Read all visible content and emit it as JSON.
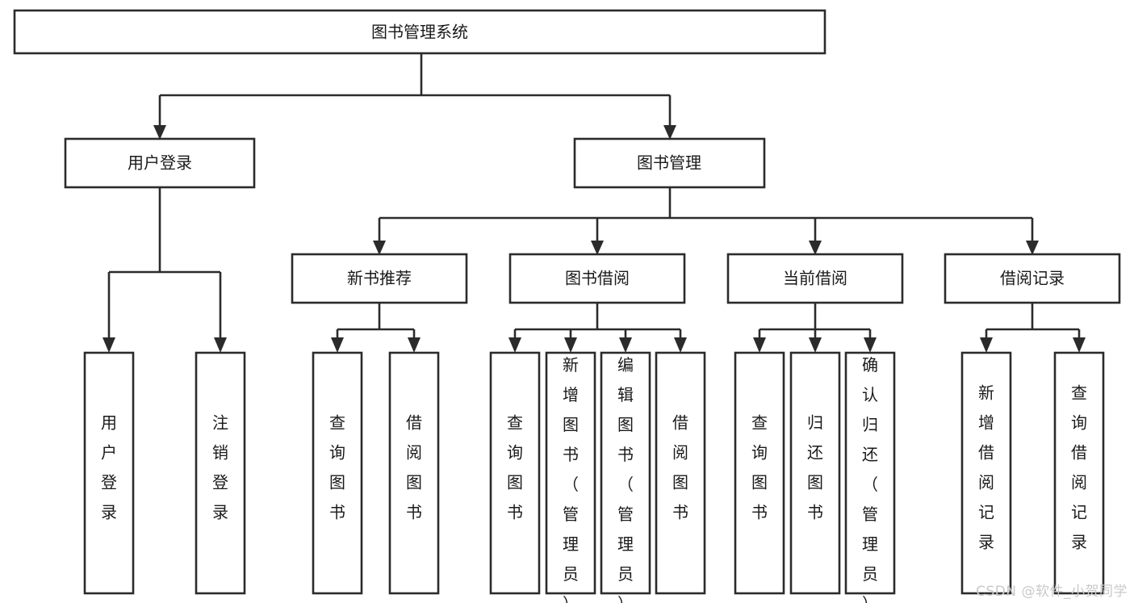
{
  "diagram": {
    "type": "tree",
    "title": "图书管理系统",
    "orientation": "top-down",
    "colors": {
      "box_stroke": "#2b2b2b",
      "box_fill": "#ffffff",
      "line": "#2b2b2b",
      "text": "#1a1a1a",
      "watermark": "#c9c9c9",
      "background": "#ffffff"
    },
    "root": {
      "id": "root",
      "label": "图书管理系统",
      "orientation": "horizontal"
    },
    "level2": [
      {
        "id": "user-login",
        "label": "用户登录",
        "orientation": "horizontal"
      },
      {
        "id": "book-manage",
        "label": "图书管理",
        "orientation": "horizontal"
      }
    ],
    "level3": [
      {
        "id": "new-book-recommend",
        "label": "新书推荐",
        "orientation": "horizontal",
        "parent": "book-manage"
      },
      {
        "id": "book-borrow",
        "label": "图书借阅",
        "orientation": "horizontal",
        "parent": "book-manage"
      },
      {
        "id": "current-borrow",
        "label": "当前借阅",
        "orientation": "horizontal",
        "parent": "book-manage"
      },
      {
        "id": "borrow-records",
        "label": "借阅记录",
        "orientation": "horizontal",
        "parent": "book-manage"
      }
    ],
    "leaves": [
      {
        "id": "leaf-user-login",
        "label": "用户登录",
        "parent": "user-login",
        "orientation": "vertical",
        "align": "middle"
      },
      {
        "id": "leaf-logout-login",
        "label": "注销登录",
        "parent": "user-login",
        "orientation": "vertical",
        "align": "middle"
      },
      {
        "id": "leaf-query-book-1",
        "label": "查询图书",
        "parent": "new-book-recommend",
        "orientation": "vertical",
        "align": "middle"
      },
      {
        "id": "leaf-borrow-book-1",
        "label": "借阅图书",
        "parent": "new-book-recommend",
        "orientation": "vertical",
        "align": "middle"
      },
      {
        "id": "leaf-query-book-2",
        "label": "查询图书",
        "parent": "book-borrow",
        "orientation": "vertical",
        "align": "middle"
      },
      {
        "id": "leaf-add-book",
        "label": "新增图书（管理员）",
        "parent": "book-borrow",
        "orientation": "vertical",
        "align": "top"
      },
      {
        "id": "leaf-edit-book",
        "label": "编辑图书（管理员）",
        "parent": "book-borrow",
        "orientation": "vertical",
        "align": "top"
      },
      {
        "id": "leaf-borrow-book-2",
        "label": "借阅图书",
        "parent": "book-borrow",
        "orientation": "vertical",
        "align": "middle"
      },
      {
        "id": "leaf-query-book-3",
        "label": "查询图书",
        "parent": "current-borrow",
        "orientation": "vertical",
        "align": "middle"
      },
      {
        "id": "leaf-return-book",
        "label": "归还图书",
        "parent": "current-borrow",
        "orientation": "vertical",
        "align": "middle"
      },
      {
        "id": "leaf-confirm-return",
        "label": "确认归还（管理员）",
        "parent": "current-borrow",
        "orientation": "vertical",
        "align": "top"
      },
      {
        "id": "leaf-add-record",
        "label": "新增借阅记录",
        "parent": "borrow-records",
        "orientation": "vertical",
        "align": "middle"
      },
      {
        "id": "leaf-query-record",
        "label": "查询借阅记录",
        "parent": "borrow-records",
        "orientation": "vertical",
        "align": "middle"
      }
    ]
  },
  "watermark": {
    "text": "CSDN @软件_小贺同学"
  }
}
